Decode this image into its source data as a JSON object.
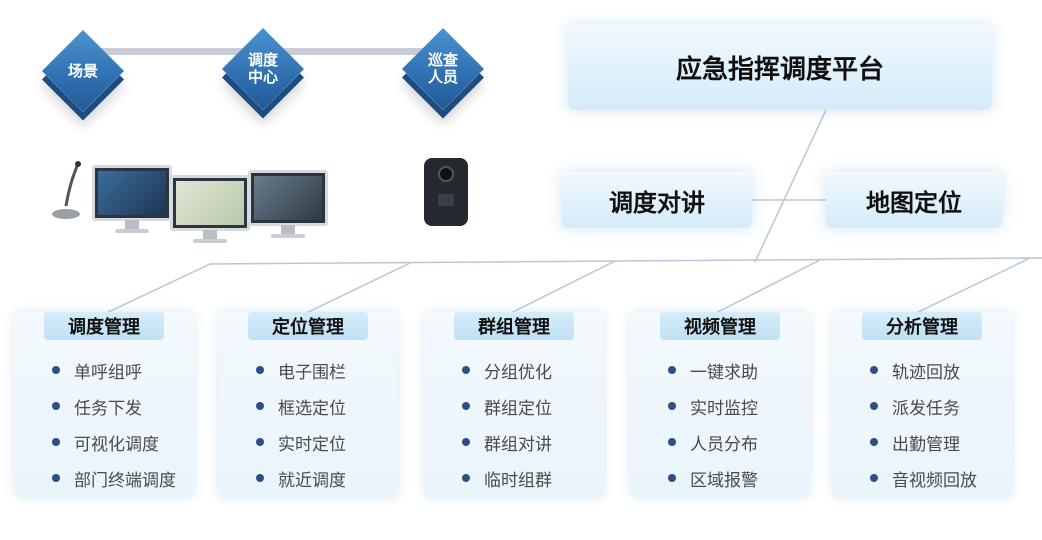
{
  "scene_nodes": [
    {
      "label": "场景"
    },
    {
      "label": "调度\n中心"
    },
    {
      "label": "巡查\n人员"
    }
  ],
  "platform": {
    "title": "应急指挥调度平台"
  },
  "sub_functions": [
    "调度对讲",
    "地图定位"
  ],
  "modules": [
    {
      "title": "调度管理",
      "items": [
        "单呼组呼",
        "任务下发",
        "可视化调度",
        "部门终端调度"
      ]
    },
    {
      "title": "定位管理",
      "items": [
        "电子围栏",
        "框选定位",
        "实时定位",
        "就近调度"
      ]
    },
    {
      "title": "群组管理",
      "items": [
        "分组优化",
        "群组定位",
        "群组对讲",
        "临时组群"
      ]
    },
    {
      "title": "视频管理",
      "items": [
        "一键求助",
        "实时监控",
        "人员分布",
        "区域报警"
      ]
    },
    {
      "title": "分析管理",
      "items": [
        "轨迹回放",
        "派发任务",
        "出勤管理",
        "音视频回放"
      ]
    }
  ],
  "colors": {
    "accent": "#2f6fb0",
    "bullet": "#2d4f88",
    "box_glow": "#d4ebf8"
  },
  "icons": [
    "microphone-icon",
    "monitor-icon",
    "body-camera-icon"
  ]
}
